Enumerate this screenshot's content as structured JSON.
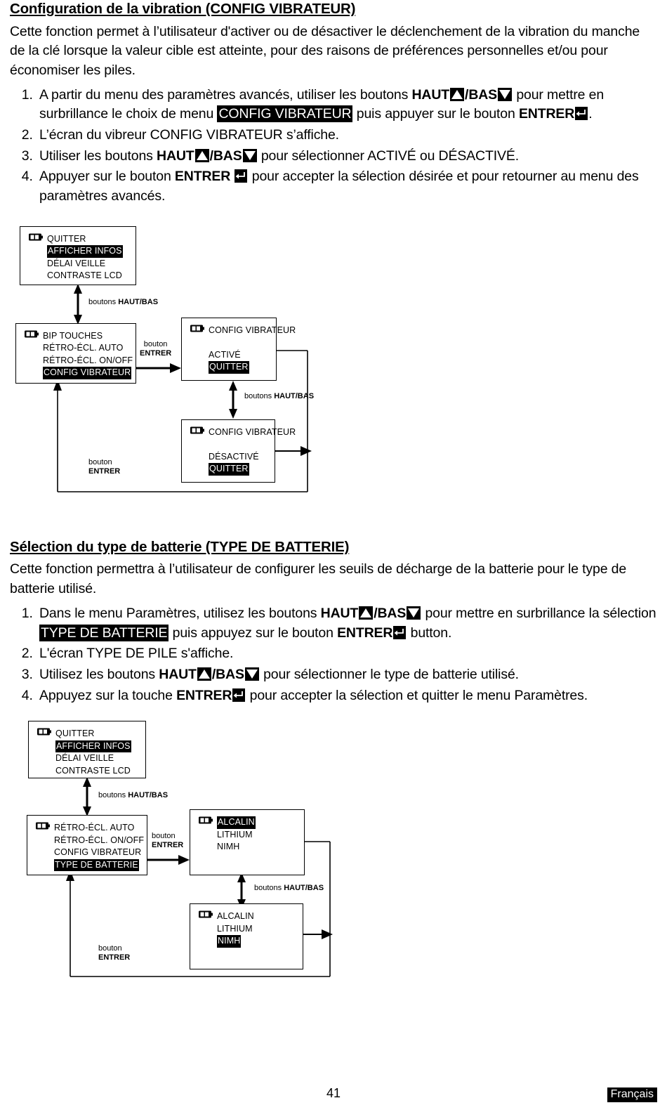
{
  "sections": [
    {
      "id": "vibration",
      "title": "Configuration de la vibration (CONFIG VIBRATEUR)",
      "intro": "Cette fonction permet à l’utilisateur d'activer ou de désactiver le déclenchement de la vibration du manche de la clé lorsque la valeur cible est atteinte, pour des raisons de préférences personnelles et/ou pour économiser les piles.",
      "steps": {
        "s1_a": "A partir du menu des paramètres avancés, utiliser les boutons ",
        "s1_haut": "HAUT",
        "s1_slash": "/BAS",
        "s1_b": " pour mettre en surbrillance le choix de menu ",
        "s1_menu": "CONFIG VIBRATEUR",
        "s1_c": " puis appuyer sur le bouton ",
        "s1_enter": "ENTRER",
        "s1_d": ".",
        "s2": "L’écran du vibreur CONFIG VIBRATEUR s’affiche.",
        "s3_a": "Utiliser les boutons ",
        "s3_haut": "HAUT",
        "s3_slash": "/BAS",
        "s3_b": " pour sélectionner ACTIVÉ ou DÉSACTIVÉ.",
        "s4_a": "Appuyer sur le bouton ",
        "s4_enter": "ENTRER",
        "s4_b": " pour accepter la sélection désirée et pour retourner au menu des paramètres avancés."
      },
      "diagram": {
        "screen_top": {
          "rows": [
            {
              "text": "QUITTER",
              "highlighted": false,
              "battery": true
            },
            {
              "text": "AFFICHER INFOS",
              "highlighted": true,
              "battery": false
            },
            {
              "text": "DÉLAI VEILLE",
              "highlighted": false,
              "battery": false
            },
            {
              "text": "CONTRASTE LCD",
              "highlighted": false,
              "battery": false
            }
          ]
        },
        "screen_menu": {
          "rows": [
            {
              "text": "BIP TOUCHES",
              "highlighted": false,
              "battery": true
            },
            {
              "text": "RÉTRO-ÉCL. AUTO",
              "highlighted": false,
              "battery": false
            },
            {
              "text": "RÉTRO-ÉCL. ON/OFF",
              "highlighted": false,
              "battery": false
            },
            {
              "text": "CONFIG VIBRATEUR",
              "highlighted": true,
              "battery": false
            }
          ]
        },
        "screen_on": {
          "rows": [
            {
              "text": "CONFIG VIBRATEUR",
              "highlighted": false,
              "battery": true
            },
            {
              "text": "",
              "highlighted": false,
              "battery": false
            },
            {
              "text": "ACTIVÉ",
              "highlighted": false,
              "battery": false
            },
            {
              "text": "QUITTER",
              "highlighted": true,
              "battery": false
            }
          ]
        },
        "screen_off": {
          "rows": [
            {
              "text": "CONFIG VIBRATEUR",
              "highlighted": false,
              "battery": true
            },
            {
              "text": "",
              "highlighted": false,
              "battery": false
            },
            {
              "text": "DÉSACTIVÉ",
              "highlighted": false,
              "battery": false
            },
            {
              "text": "QUITTER",
              "highlighted": true,
              "battery": false
            }
          ]
        },
        "labels": {
          "updown_1_pre": "boutons ",
          "updown_1_key": "HAUT/BAS",
          "updown_2_pre": "boutons ",
          "updown_2_key": "HAUT/BAS",
          "enter_1_pre": "bouton",
          "enter_1_key": "ENTRER",
          "enter_2_pre": "bouton",
          "enter_2_key": "ENTRER"
        }
      }
    },
    {
      "id": "battery",
      "title": "Sélection du type de batterie (TYPE DE BATTERIE)",
      "intro": "Cette fonction permettra à l’utilisateur de configurer les seuils de décharge de la batterie pour le type de batterie utilisé.",
      "steps": {
        "s1_a": "Dans le menu Paramètres, utilisez les boutons ",
        "s1_haut": "HAUT",
        "s1_slash": "/BAS",
        "s1_b": " pour mettre en surbrillance la sélection ",
        "s1_menu": "TYPE DE BATTERIE",
        "s1_c": " puis appuyez sur le bouton ",
        "s1_enter": "ENTRER",
        "s1_d": " button.",
        "s2": "L'écran TYPE DE PILE s'affiche.",
        "s3_a": "Utilisez les boutons ",
        "s3_haut": "HAUT",
        "s3_slash": "/BAS",
        "s3_b": " pour sélectionner le type de batterie utilisé.",
        "s4_a": "Appuyez sur la touche ",
        "s4_enter": "ENTRER",
        "s4_b": " pour accepter la sélection et quitter le menu Paramètres."
      },
      "diagram": {
        "screen_top": {
          "rows": [
            {
              "text": "QUITTER",
              "highlighted": false,
              "battery": true
            },
            {
              "text": "AFFICHER INFOS",
              "highlighted": true,
              "battery": false
            },
            {
              "text": "DÉLAI VEILLE",
              "highlighted": false,
              "battery": false
            },
            {
              "text": "CONTRASTE LCD",
              "highlighted": false,
              "battery": false
            }
          ]
        },
        "screen_menu": {
          "rows": [
            {
              "text": "RÉTRO-ÉCL. AUTO",
              "highlighted": false,
              "battery": true
            },
            {
              "text": "RÉTRO-ÉCL. ON/OFF",
              "highlighted": false,
              "battery": false
            },
            {
              "text": "CONFIG VIBRATEUR",
              "highlighted": false,
              "battery": false
            },
            {
              "text": "TYPE DE BATTERIE",
              "highlighted": true,
              "battery": false
            }
          ]
        },
        "screen_alcalin": {
          "rows": [
            {
              "text": "ALCALIN",
              "highlighted": true,
              "battery": true
            },
            {
              "text": "LITHIUM",
              "highlighted": false,
              "battery": false
            },
            {
              "text": "NIMH",
              "highlighted": false,
              "battery": false
            }
          ]
        },
        "screen_nimh": {
          "rows": [
            {
              "text": "ALCALIN",
              "highlighted": false,
              "battery": true
            },
            {
              "text": "LITHIUM",
              "highlighted": false,
              "battery": false
            },
            {
              "text": "NIMH",
              "highlighted": true,
              "battery": false
            }
          ]
        },
        "labels": {
          "updown_1_pre": "boutons ",
          "updown_1_key": "HAUT/BAS",
          "updown_2_pre": "boutons ",
          "updown_2_key": "HAUT/BAS",
          "enter_1_pre": "bouton",
          "enter_1_key": "ENTRER",
          "enter_2_pre": "bouton",
          "enter_2_key": "ENTRER"
        }
      }
    }
  ],
  "footer": {
    "page_number": "41",
    "language": "Français"
  },
  "icons": {
    "up_key": "triangle-up-key-icon",
    "down_key": "triangle-down-key-icon",
    "enter_key": "enter-arrow-key-icon",
    "battery": "battery-icon"
  },
  "colors": {
    "ink": "#000000",
    "paper": "#ffffff",
    "highlight_bg": "#000000",
    "highlight_fg": "#ffffff"
  }
}
